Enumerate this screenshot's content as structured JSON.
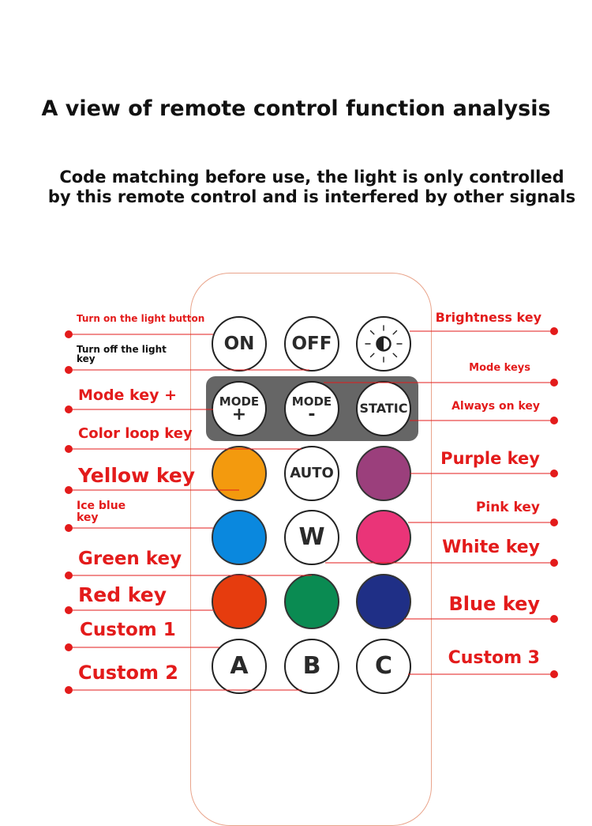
{
  "header": {
    "title": "A view of remote control function analysis",
    "subtitle": "Code matching before use, the light is only controlled by this remote control and is interfered by other signals"
  },
  "buttons": {
    "on": "ON",
    "off": "OFF",
    "brightness_icon": "half-circle-sun-icon",
    "mode_plus": [
      "MODE",
      "+"
    ],
    "mode_minus": [
      "MODE",
      "-"
    ],
    "static": "STATIC",
    "auto": "AUTO",
    "white": "W",
    "a": "A",
    "b": "B",
    "c": "C"
  },
  "labels": {
    "turn_on": "Turn on the light button",
    "turn_off": "Turn off the light\nkey",
    "mode_key_plus": "Mode key +",
    "color_loop": "Color loop key",
    "yellow": "Yellow key",
    "ice_blue": "Ice blue\nkey",
    "green": "Green key",
    "red": "Red key",
    "custom1": "Custom 1",
    "custom2": "Custom 2",
    "brightness": "Brightness key",
    "mode_keys": "Mode keys",
    "always_on": "Always on key",
    "purple": "Purple key",
    "pink": "Pink key",
    "white": "White key",
    "blue": "Blue key",
    "custom3": "Custom 3"
  },
  "colors": {
    "accent_red": "#e31b1b",
    "remote_outline": "#e9a48b",
    "panel": "#666666",
    "yellow": "#f39a0e",
    "purple": "#9b3f7c",
    "ice_blue": "#0a88de",
    "pink": "#ea3478",
    "red": "#e63c0e",
    "green": "#0a8b52",
    "blue": "#1f2f86"
  }
}
